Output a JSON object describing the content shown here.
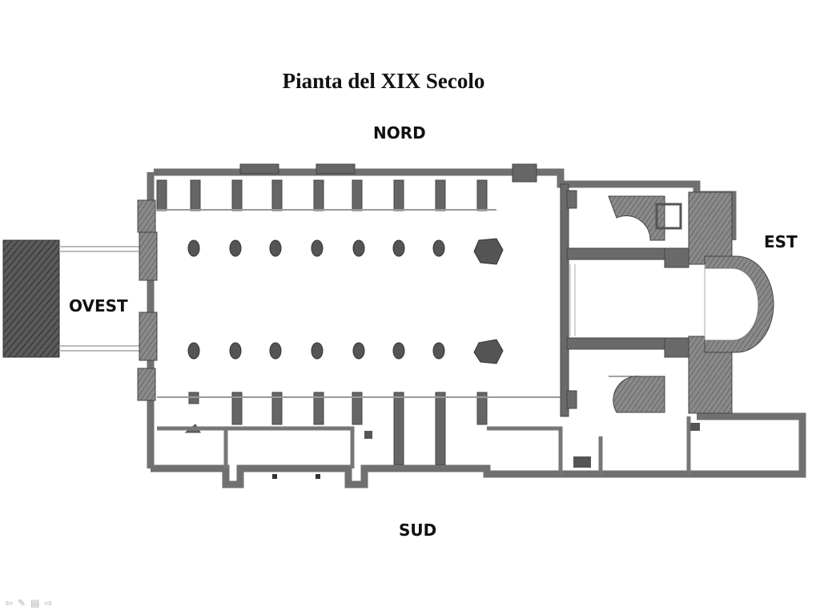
{
  "plan": {
    "title": "Pianta del XIX Secolo",
    "compass": {
      "north": "NORD",
      "south": "SUD",
      "east": "EST",
      "west": "OVEST"
    }
  },
  "colors": {
    "wall": "#6e6e6e",
    "wall_dark": "#3a3a3a",
    "hatch": "#4a4a4a",
    "paper": "#ffffff"
  },
  "slide_controls": [
    {
      "name": "prev-slide-icon",
      "glyph": "⇦"
    },
    {
      "name": "pen-icon",
      "glyph": "✎"
    },
    {
      "name": "menu-icon",
      "glyph": "▤"
    },
    {
      "name": "next-slide-icon",
      "glyph": "⇨"
    }
  ]
}
